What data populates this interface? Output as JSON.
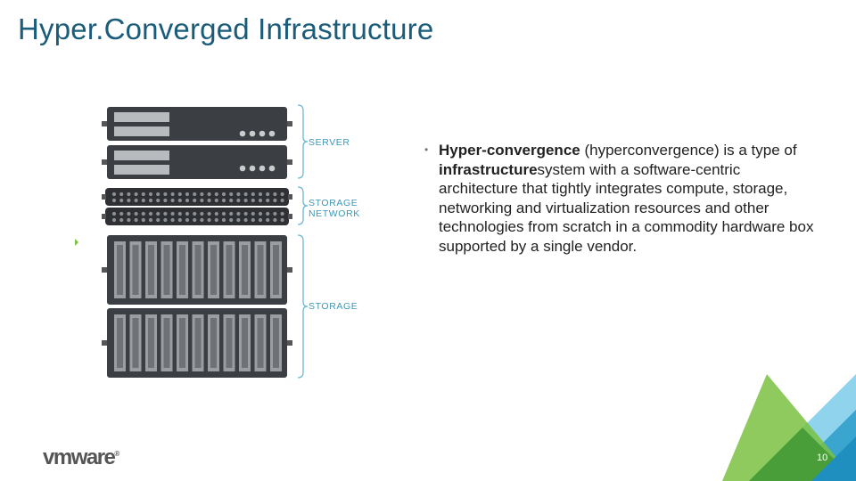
{
  "slide": {
    "title": "Hyper.Converged Infrastructure",
    "page_number": "10"
  },
  "diagram": {
    "labels": {
      "server": "SERVER",
      "storage_network_1": "STORAGE",
      "storage_network_2": "NETWORK",
      "storage": "STORAGE"
    }
  },
  "content": {
    "term": "Hyper-convergence",
    "text_1": " (hyperconvergence) is a type of ",
    "bold_2": "infrastructure",
    "text_2": "system with a software-centric architecture that tightly integrates compute, storage, networking and virtualization resources and other technologies from scratch in a commodity hardware box supported by a single vendor."
  },
  "footer": {
    "logo_text": "vmware",
    "logo_mark": "®"
  },
  "colors": {
    "title": "#1a5c7a",
    "label": "#3a98b8",
    "accent_green": "#7ac142",
    "accent_blue": "#3aa6d0"
  }
}
